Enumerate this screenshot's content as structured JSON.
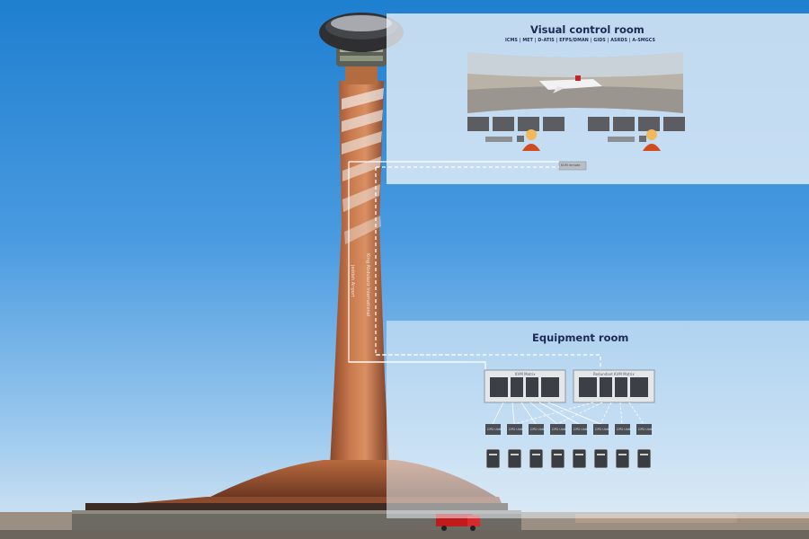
{
  "visual_room": {
    "title": "Visual control room",
    "systems": "ICMS | MET | D-ATIS | EFPS/DMAN | GIDS | ASRDS | A-SMGCS",
    "kvm_box_label": "KVM remote"
  },
  "equipment_room": {
    "title": "Equipment room",
    "matrix_label": "KVM Matrix",
    "redundant_matrix_label": "Redundant KVM Matrix",
    "cpu_unit_label": "CPU Unit"
  },
  "tower": {
    "text_left": "Jeddah Airport",
    "text_right": "King Abdulaziz International"
  },
  "colors": {
    "tower_copper": "#b8663a",
    "panel_title": "#1b2a55",
    "link_line": "#ffffff"
  },
  "icons": [
    "operator-icon",
    "monitor-icon",
    "kvm-rack-icon",
    "computer-icon"
  ]
}
